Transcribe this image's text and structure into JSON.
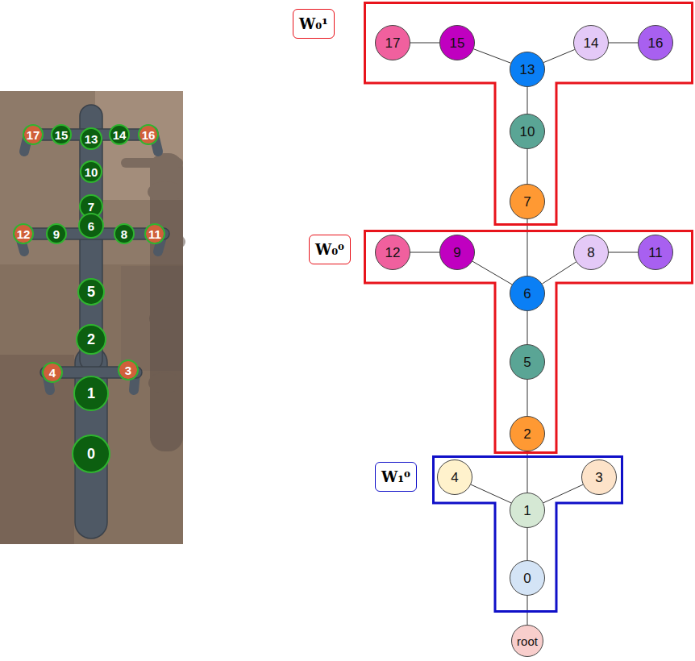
{
  "diagram": {
    "nodes": [
      {
        "text": [
          "W₀¹"
        ]
      },
      {
        "text": [
          "17"
        ],
        "in": 0
      },
      {
        "text": [
          "15"
        ],
        "in": 0
      },
      {
        "text": [
          "14"
        ],
        "in": 0
      },
      {
        "text": [
          "16"
        ],
        "in": 0
      },
      {
        "text": [
          "13"
        ],
        "in": 0
      },
      {
        "text": [
          "10"
        ],
        "in": 0
      },
      {
        "text": [
          "7"
        ],
        "in": 0
      },
      {
        "text": [
          "W₀⁰"
        ]
      },
      {
        "text": [
          "12"
        ],
        "in": 8
      },
      {
        "text": [
          "9"
        ],
        "in": 8
      },
      {
        "text": [
          "8"
        ],
        "in": 8
      },
      {
        "text": [
          "11"
        ],
        "in": 8
      },
      {
        "text": [
          "6"
        ],
        "in": 8
      },
      {
        "text": [
          "5"
        ],
        "in": 8
      },
      {
        "text": [
          "2"
        ],
        "in": 8
      },
      {
        "text": [
          "W₁⁰"
        ]
      },
      {
        "text": [
          "4"
        ],
        "in": 16
      },
      {
        "text": [
          "3"
        ],
        "in": 16
      },
      {
        "text": [
          "1"
        ],
        "in": 16
      },
      {
        "text": [
          "0"
        ],
        "in": 16
      },
      {
        "text": [
          "root"
        ]
      }
    ],
    "edges": [
      {
        "from": 21,
        "to": 20,
        "arrow": "none"
      },
      {
        "from": 20,
        "to": 19,
        "arrow": "none"
      },
      {
        "from": 19,
        "to": 17,
        "arrow": "none"
      },
      {
        "from": 19,
        "to": 18,
        "arrow": "none"
      },
      {
        "from": 19,
        "to": 15,
        "arrow": "none"
      },
      {
        "from": 15,
        "to": 14,
        "arrow": "none"
      },
      {
        "from": 14,
        "to": 13,
        "arrow": "none"
      },
      {
        "from": 13,
        "to": 10,
        "arrow": "none"
      },
      {
        "from": 10,
        "to": 9,
        "arrow": "none"
      },
      {
        "from": 13,
        "to": 11,
        "arrow": "none"
      },
      {
        "from": 11,
        "to": 12,
        "arrow": "none"
      },
      {
        "from": 13,
        "to": 7,
        "arrow": "none"
      },
      {
        "from": 7,
        "to": 6,
        "arrow": "none"
      },
      {
        "from": 6,
        "to": 5,
        "arrow": "none"
      },
      {
        "from": 5,
        "to": 2,
        "arrow": "none"
      },
      {
        "from": 2,
        "to": 1,
        "arrow": "none"
      },
      {
        "from": 5,
        "to": 3,
        "arrow": "none"
      },
      {
        "from": 3,
        "to": 4,
        "arrow": "none"
      }
    ],
    "labels": [
      "17",
      "15",
      "13",
      "14",
      "16",
      "10",
      "7",
      "12",
      "9",
      "6",
      "8",
      "11",
      "5",
      "2",
      "4",
      "3",
      "1",
      "0"
    ]
  }
}
